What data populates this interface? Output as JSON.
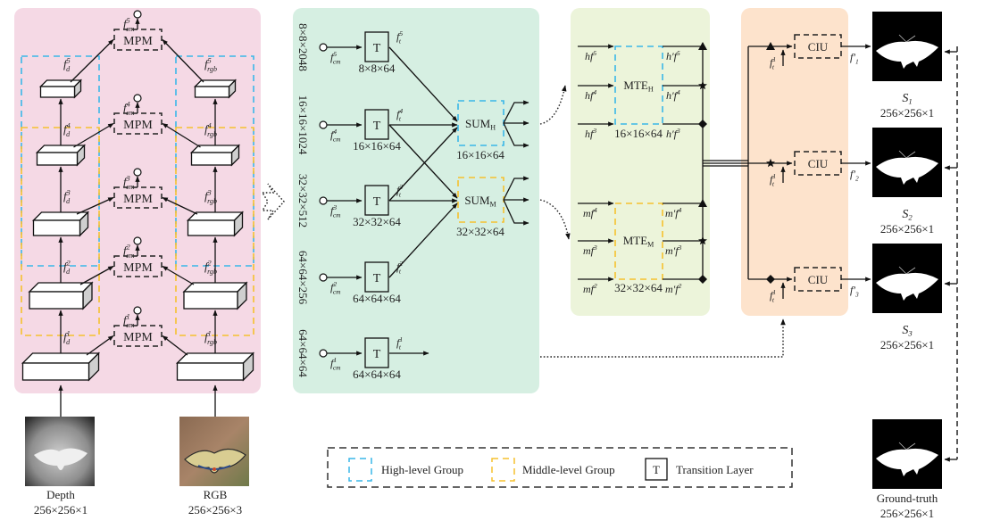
{
  "colors": {
    "encoder_panel": "#f5d9e5",
    "transition_panel": "#d6efe2",
    "mte_panel": "#ecf4da",
    "ciu_panel": "#fde3cc",
    "high_group": "#3ab7e8",
    "middle_group": "#f5c12e",
    "line": "#111111"
  },
  "encoder": {
    "mpm": [
      {
        "label": "MPM",
        "out_label": "f",
        "out_sup": "5",
        "out_sub": "cm"
      },
      {
        "label": "MPM",
        "out_label": "f",
        "out_sup": "4",
        "out_sub": "cm"
      },
      {
        "label": "MPM",
        "out_label": "f",
        "out_sup": "3",
        "out_sub": "cm"
      },
      {
        "label": "MPM",
        "out_label": "f",
        "out_sup": "2",
        "out_sub": "cm"
      },
      {
        "label": "MPM",
        "out_label": "f",
        "out_sup": "1",
        "out_sub": "cm"
      }
    ],
    "depth_features": [
      {
        "base": "f",
        "sup": "5",
        "sub": "d"
      },
      {
        "base": "f",
        "sup": "4",
        "sub": "d"
      },
      {
        "base": "f",
        "sup": "3",
        "sub": "d"
      },
      {
        "base": "f",
        "sup": "2",
        "sub": "d"
      },
      {
        "base": "f",
        "sup": "1",
        "sub": "d"
      }
    ],
    "rgb_features": [
      {
        "base": "f",
        "sup": "5",
        "sub": "rgb"
      },
      {
        "base": "f",
        "sup": "4",
        "sub": "rgb"
      },
      {
        "base": "f",
        "sup": "3",
        "sub": "rgb"
      },
      {
        "base": "f",
        "sup": "2",
        "sub": "rgb"
      },
      {
        "base": "f",
        "sup": "1",
        "sub": "rgb"
      }
    ],
    "inputs": [
      {
        "name": "Depth",
        "size": "256×256×1",
        "image": "depth-map"
      },
      {
        "name": "RGB",
        "size": "256×256×3",
        "image": "butterfly-photo"
      }
    ]
  },
  "transition": {
    "rows": [
      {
        "dim": "8×8×2048",
        "in_sup": "5",
        "in_sub": "cm",
        "layer": "T",
        "out_size": "8×8×64",
        "out_sup": "5",
        "out_sub": "t"
      },
      {
        "dim": "16×16×1024",
        "in_sup": "4",
        "in_sub": "cm",
        "layer": "T",
        "out_size": "16×16×64",
        "out_sup": "4",
        "out_sub": "t"
      },
      {
        "dim": "32×32×512",
        "in_sup": "3",
        "in_sub": "cm",
        "layer": "T",
        "out_size": "32×32×64",
        "out_sup": "3",
        "out_sub": "t"
      },
      {
        "dim": "64×64×256",
        "in_sup": "2",
        "in_sub": "cm",
        "layer": "T",
        "out_size": "64×64×64",
        "out_sup": "2",
        "out_sub": "t"
      },
      {
        "dim": "64×64×64",
        "in_sup": "1",
        "in_sub": "cm",
        "layer": "T",
        "out_size": "64×64×64",
        "out_sup": "1",
        "out_sub": "t"
      }
    ],
    "sum_h": {
      "label": "SUM",
      "sub": "H",
      "size": "16×16×64"
    },
    "sum_m": {
      "label": "SUM",
      "sub": "M",
      "size": "32×32×64"
    }
  },
  "mte": {
    "high": {
      "label": "MTE",
      "sub": "H",
      "size": "16×16×64",
      "inputs": [
        {
          "base": "hf",
          "sup": "5"
        },
        {
          "base": "hf",
          "sup": "4"
        },
        {
          "base": "hf",
          "sup": "3"
        }
      ],
      "outputs": [
        {
          "base": "h′f",
          "sup": "5"
        },
        {
          "base": "h′f",
          "sup": "4"
        },
        {
          "base": "h′f",
          "sup": "3"
        }
      ]
    },
    "middle": {
      "label": "MTE",
      "sub": "M",
      "size": "32×32×64",
      "inputs": [
        {
          "base": "mf",
          "sup": "4"
        },
        {
          "base": "mf",
          "sup": "3"
        },
        {
          "base": "mf",
          "sup": "2"
        }
      ],
      "outputs": [
        {
          "base": "m′f",
          "sup": "4"
        },
        {
          "base": "m′f",
          "sup": "3"
        },
        {
          "base": "m′f",
          "sup": "2"
        }
      ]
    },
    "markers": [
      "triangle",
      "star",
      "diamond"
    ]
  },
  "ciu": {
    "units": [
      {
        "label": "CIU",
        "marker": "triangle",
        "aux_sup": "1",
        "aux_sub": "t",
        "out_base": "f",
        "out_sub": "1"
      },
      {
        "label": "CIU",
        "marker": "star",
        "aux_sup": "1",
        "aux_sub": "t",
        "out_base": "f",
        "out_sub": "2"
      },
      {
        "label": "CIU",
        "marker": "diamond",
        "aux_sup": "1",
        "aux_sub": "t",
        "out_base": "f",
        "out_sub": "3"
      }
    ]
  },
  "outputs": [
    {
      "name": "S",
      "sub": "1",
      "size": "256×256×1"
    },
    {
      "name": "S",
      "sub": "2",
      "size": "256×256×1"
    },
    {
      "name": "S",
      "sub": "3",
      "size": "256×256×1"
    }
  ],
  "ground_truth": {
    "name": "Ground-truth",
    "size": "256×256×1"
  },
  "legend": {
    "high": "High-level Group",
    "middle": "Middle-level Group",
    "transition_symbol": "T",
    "transition": "Transition Layer"
  }
}
